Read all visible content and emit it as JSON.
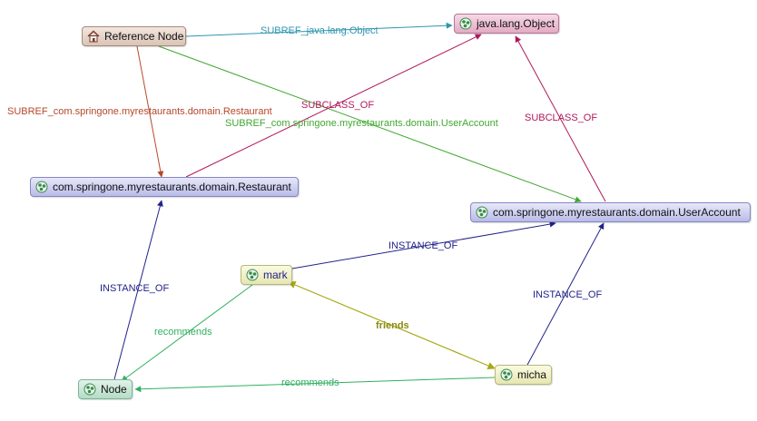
{
  "nodes": {
    "reference": "Reference Node",
    "object": "java.lang.Object",
    "restaurant_type": "com.springone.myrestaurants.domain.Restaurant",
    "useraccount_type": "com.springone.myrestaurants.domain.UserAccount",
    "mark": "mark",
    "micha": "micha",
    "node": "Node"
  },
  "edges": {
    "subref_object": "SUBREF_java.lang.Object",
    "subref_restaurant": "SUBREF_com.springone.myrestaurants.domain.Restaurant",
    "subref_useraccount": "SUBREF_com.springone.myrestaurants.domain.UserAccount",
    "subclass_restaurant": "SUBCLASS_OF",
    "subclass_useraccount": "SUBCLASS_OF",
    "instance_mark": "INSTANCE_OF",
    "instance_micha": "INSTANCE_OF",
    "instance_node": "INSTANCE_OF",
    "friends": "friends",
    "recommends_mark": "recommends",
    "recommends_micha": "recommends"
  },
  "colors": {
    "subref_object": "#2f95b0",
    "subref_restaurant": "#b5472a",
    "subref_useraccount": "#40a830",
    "subclass": "#b0185a",
    "instance_of": "#22228a",
    "friends": "#a8a818",
    "friends_label": "#8a8a10",
    "recommends": "#30b060"
  },
  "icons": {
    "reference": "house-icon",
    "entity": "node-cluster-icon"
  }
}
